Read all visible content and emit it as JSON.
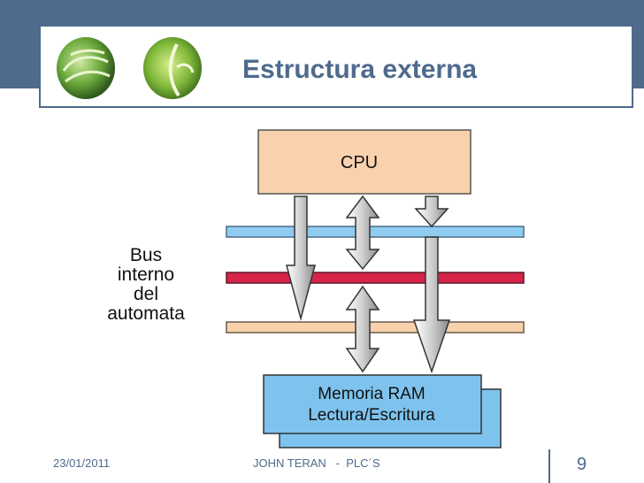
{
  "slide": {
    "title": "Estructura externa",
    "footer_date": "23/01/2011",
    "footer_author": "JOHN TERAN   -  PLC´S",
    "page_number": "9"
  },
  "diagram": {
    "cpu_label": "CPU",
    "memory_label_line1": "Memoria RAM",
    "memory_label_line2": "Lectura/Escritura",
    "bus_label": [
      "Bus",
      "interno",
      "del",
      "automata"
    ]
  },
  "colors": {
    "theme_blue": "#4e6a8c",
    "cpu_fill": "#f9d2ad",
    "bus_blue": "#8fcdf0",
    "bus_red": "#d8244a",
    "bus_orange": "#f9d2ad",
    "memory_fill": "#7ec3ee"
  }
}
